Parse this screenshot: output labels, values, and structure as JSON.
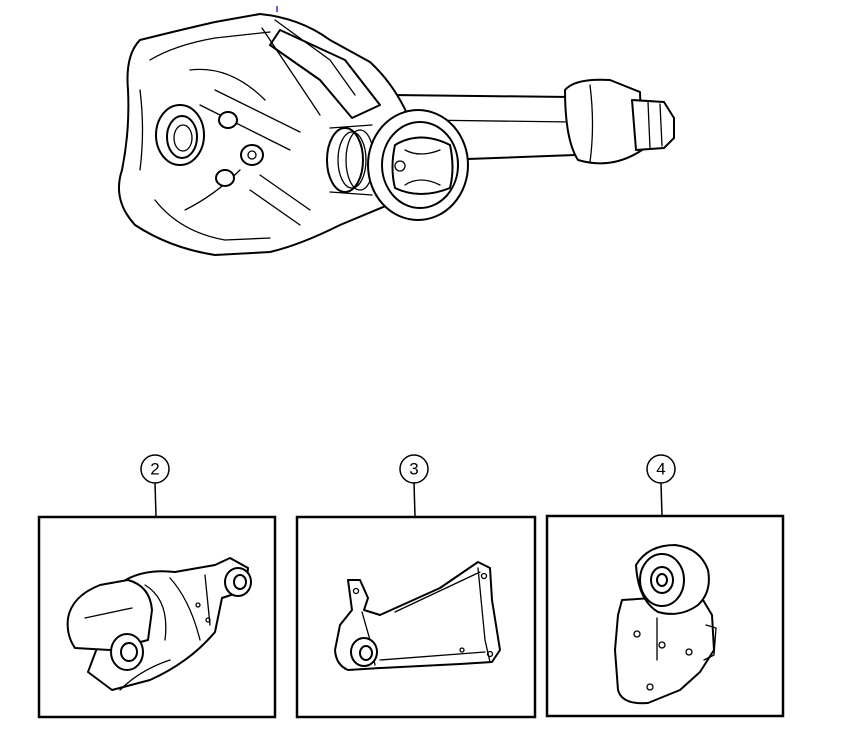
{
  "callouts": [
    {
      "number": "2"
    },
    {
      "number": "3"
    },
    {
      "number": "4"
    }
  ]
}
